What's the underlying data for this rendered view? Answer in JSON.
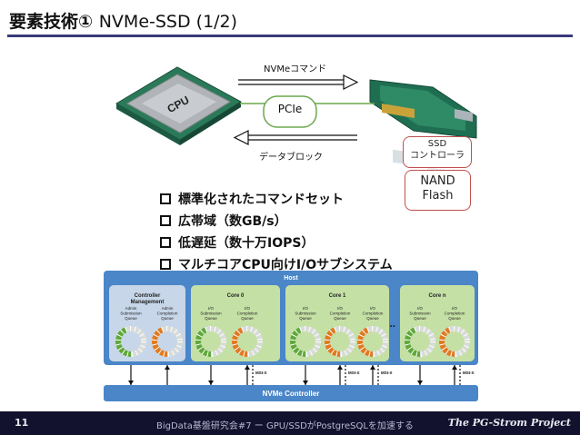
{
  "slide": {
    "title_prefix": "要素技術①",
    "title_suffix": "NVMe-SSD (1/2)"
  },
  "top": {
    "cmd_label": "NVMeコマンド",
    "pcie_label": "PCIe",
    "data_label": "データブロック",
    "cpu_label": "CPU",
    "ssd_ctrl_line1": "SSD",
    "ssd_ctrl_line2": "コントローラ",
    "nand_line1": "NAND",
    "nand_line2": "Flash"
  },
  "bullets": [
    "標準化されたコマンドセット",
    "広帯域（数GB/s）",
    "低遅延（数十万IOPS）",
    "マルチコアCPU向けI/Oサブシステム"
  ],
  "diagram": {
    "host_label": "Host",
    "controller_label": "NVMe Controller",
    "ellipsis": "...",
    "groups": [
      {
        "title": "Controller\nManagement",
        "q1": "Admin\nSubmission\nQueue",
        "q2": "Admin\nCompletion\nQueue",
        "bg": "#c7d6e8"
      },
      {
        "title": "Core 0",
        "q1": "I/O\nSubmission\nQueue",
        "q2": "I/O\nCompletion\nQueue",
        "bg": "#c5e0a5"
      },
      {
        "title": "Core 1",
        "q1": "I/O\nSubmission\nQueue",
        "q2": "I/O\nCompletion\nQueue",
        "q3": "I/O\nCompletion\nQueue",
        "bg": "#c5e0a5"
      },
      {
        "title": "Core n",
        "q1": "I/O\nSubmission\nQueue",
        "q2": "I/O\nCompletion\nQueue",
        "bg": "#c5e0a5"
      }
    ],
    "msix_label": "MSI-X"
  },
  "footer": {
    "page": "11",
    "event": "BigData基盤研究会#7 ー GPU/SSDがPostgreSQLを加速する",
    "project": "The PG-Strom Project"
  },
  "colors": {
    "title_rule": "#3a3a7a",
    "box_border": "#c0504d",
    "host_blue": "#4a86c8",
    "ring_green": "#5fa83a",
    "ring_orange": "#e07a22",
    "footer_bg": "#12122e"
  }
}
